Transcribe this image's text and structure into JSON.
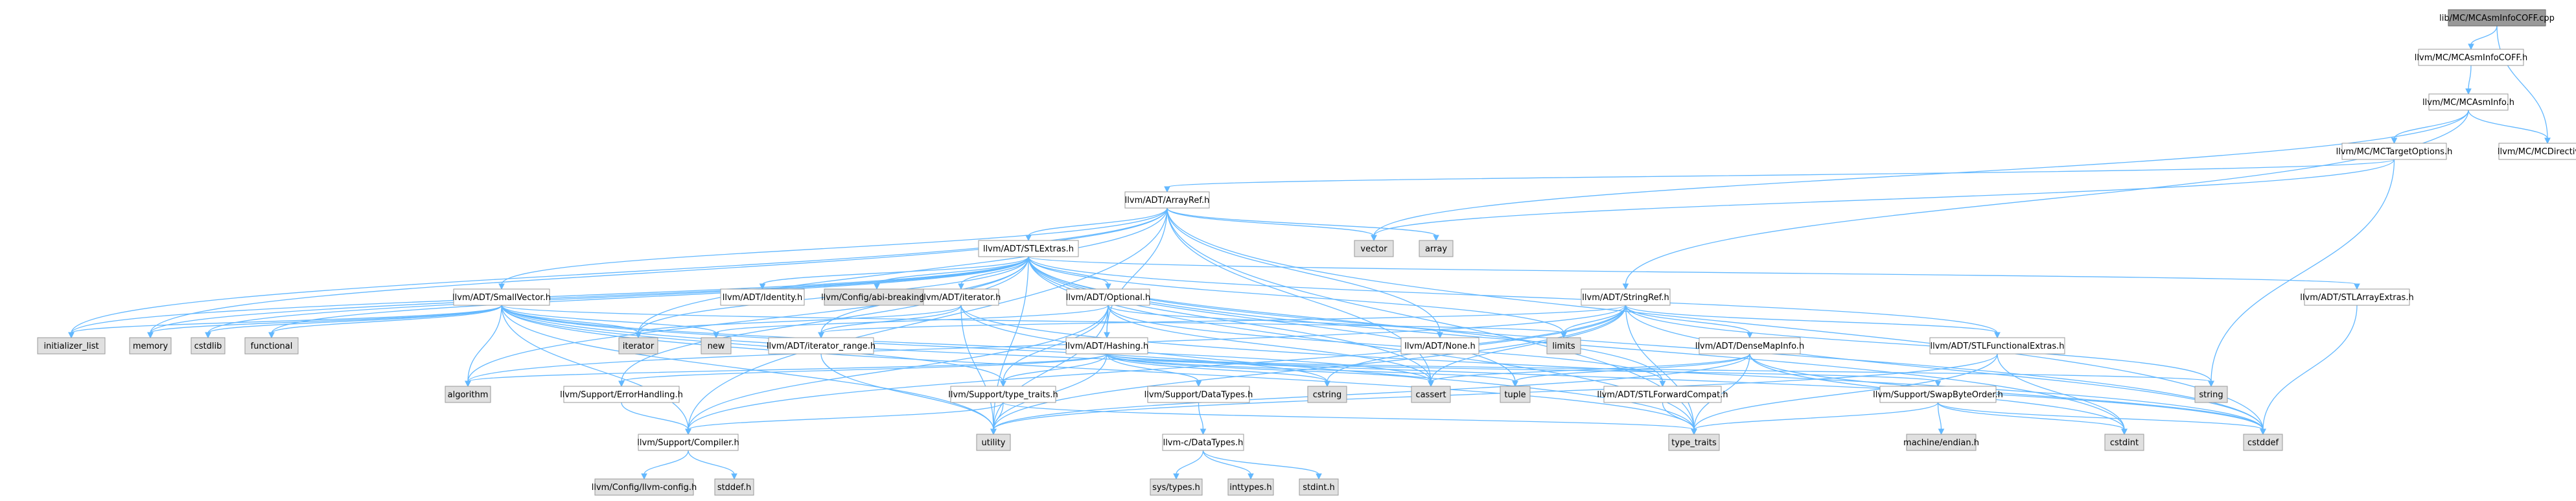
{
  "nodes": [
    {
      "id": "root",
      "label": "lib/MC/MCAsmInfoCOFF.cpp",
      "kind": "root"
    },
    {
      "id": "coff_h",
      "label": "llvm/MC/MCAsmInfoCOFF.h",
      "kind": "local"
    },
    {
      "id": "asminfo",
      "label": "llvm/MC/MCAsmInfo.h",
      "kind": "local"
    },
    {
      "id": "targetopt",
      "label": "llvm/MC/MCTargetOptions.h",
      "kind": "local"
    },
    {
      "id": "directives",
      "label": "llvm/MC/MCDirectives.h",
      "kind": "local"
    },
    {
      "id": "arrayref",
      "label": "llvm/ADT/ArrayRef.h",
      "kind": "local"
    },
    {
      "id": "vector",
      "label": "vector",
      "kind": "sys"
    },
    {
      "id": "array",
      "label": "array",
      "kind": "sys"
    },
    {
      "id": "stlextras",
      "label": "llvm/ADT/STLExtras.h",
      "kind": "local"
    },
    {
      "id": "identity",
      "label": "llvm/ADT/Identity.h",
      "kind": "local"
    },
    {
      "id": "abi",
      "label": "llvm/Config/abi-breaking.h",
      "kind": "sys"
    },
    {
      "id": "smallvector",
      "label": "llvm/ADT/SmallVector.h",
      "kind": "local"
    },
    {
      "id": "adtiter",
      "label": "llvm/ADT/iterator.h",
      "kind": "local"
    },
    {
      "id": "optional",
      "label": "llvm/ADT/Optional.h",
      "kind": "local"
    },
    {
      "id": "stringref",
      "label": "llvm/ADT/StringRef.h",
      "kind": "local"
    },
    {
      "id": "stlarrayextras",
      "label": "llvm/ADT/STLArrayExtras.h",
      "kind": "local"
    },
    {
      "id": "init_list",
      "label": "initializer_list",
      "kind": "sys"
    },
    {
      "id": "memory",
      "label": "memory",
      "kind": "sys"
    },
    {
      "id": "cstdlib",
      "label": "cstdlib",
      "kind": "sys"
    },
    {
      "id": "functional",
      "label": "functional",
      "kind": "sys"
    },
    {
      "id": "iterator",
      "label": "iterator",
      "kind": "sys"
    },
    {
      "id": "new",
      "label": "new",
      "kind": "sys"
    },
    {
      "id": "iter_range",
      "label": "llvm/ADT/iterator_range.h",
      "kind": "local"
    },
    {
      "id": "hashing",
      "label": "llvm/ADT/Hashing.h",
      "kind": "local"
    },
    {
      "id": "none",
      "label": "llvm/ADT/None.h",
      "kind": "local"
    },
    {
      "id": "limits",
      "label": "limits",
      "kind": "sys"
    },
    {
      "id": "densemapinfo",
      "label": "llvm/ADT/DenseMapInfo.h",
      "kind": "local"
    },
    {
      "id": "stlfunc",
      "label": "llvm/ADT/STLFunctionalExtras.h",
      "kind": "local"
    },
    {
      "id": "algorithm",
      "label": "algorithm",
      "kind": "sys"
    },
    {
      "id": "errorhandling",
      "label": "llvm/Support/ErrorHandling.h",
      "kind": "local"
    },
    {
      "id": "typetraits_llvm",
      "label": "llvm/Support/type_traits.h",
      "kind": "local"
    },
    {
      "id": "datatypes",
      "label": "llvm/Support/DataTypes.h",
      "kind": "local"
    },
    {
      "id": "cstring",
      "label": "cstring",
      "kind": "sys"
    },
    {
      "id": "cassert",
      "label": "cassert",
      "kind": "sys"
    },
    {
      "id": "tuple",
      "label": "tuple",
      "kind": "sys"
    },
    {
      "id": "stlforward",
      "label": "llvm/ADT/STLForwardCompat.h",
      "kind": "local"
    },
    {
      "id": "swapbyte",
      "label": "llvm/Support/SwapByteOrder.h",
      "kind": "local"
    },
    {
      "id": "string",
      "label": "string",
      "kind": "sys"
    },
    {
      "id": "compiler",
      "label": "llvm/Support/Compiler.h",
      "kind": "local"
    },
    {
      "id": "utility",
      "label": "utility",
      "kind": "sys"
    },
    {
      "id": "cdatatypes",
      "label": "llvm-c/DataTypes.h",
      "kind": "local"
    },
    {
      "id": "type_traits",
      "label": "type_traits",
      "kind": "sys"
    },
    {
      "id": "machine_endian",
      "label": "machine/endian.h",
      "kind": "sys"
    },
    {
      "id": "cstdint",
      "label": "cstdint",
      "kind": "sys"
    },
    {
      "id": "cstddef",
      "label": "cstddef",
      "kind": "sys"
    },
    {
      "id": "llvmconfig",
      "label": "llvm/Config/llvm-config.h",
      "kind": "sys"
    },
    {
      "id": "stddef",
      "label": "stddef.h",
      "kind": "sys"
    },
    {
      "id": "systypes",
      "label": "sys/types.h",
      "kind": "sys"
    },
    {
      "id": "inttypes",
      "label": "inttypes.h",
      "kind": "sys"
    },
    {
      "id": "stdint",
      "label": "stdint.h",
      "kind": "sys"
    }
  ],
  "edges": [
    [
      "root",
      "coff_h"
    ],
    [
      "root",
      "directives"
    ],
    [
      "coff_h",
      "asminfo"
    ],
    [
      "asminfo",
      "targetopt"
    ],
    [
      "asminfo",
      "directives"
    ],
    [
      "asminfo",
      "stringref"
    ],
    [
      "asminfo",
      "vector"
    ],
    [
      "targetopt",
      "arrayref"
    ],
    [
      "targetopt",
      "string"
    ],
    [
      "targetopt",
      "vector"
    ],
    [
      "arrayref",
      "stlextras"
    ],
    [
      "arrayref",
      "smallvector"
    ],
    [
      "arrayref",
      "hashing"
    ],
    [
      "arrayref",
      "none"
    ],
    [
      "arrayref",
      "compiler"
    ],
    [
      "arrayref",
      "array"
    ],
    [
      "arrayref",
      "vector"
    ],
    [
      "arrayref",
      "cassert"
    ],
    [
      "arrayref",
      "cstddef"
    ],
    [
      "arrayref",
      "init_list"
    ],
    [
      "arrayref",
      "iterator"
    ],
    [
      "arrayref",
      "memory"
    ],
    [
      "arrayref",
      "type_traits"
    ],
    [
      "stlextras",
      "identity"
    ],
    [
      "stlextras",
      "abi"
    ],
    [
      "stlextras",
      "adtiter"
    ],
    [
      "stlextras",
      "optional"
    ],
    [
      "stlextras",
      "stlarrayextras"
    ],
    [
      "stlextras",
      "stlfunc"
    ],
    [
      "stlextras",
      "stlforward"
    ],
    [
      "stlextras",
      "iter_range"
    ],
    [
      "stlextras",
      "errorhandling"
    ],
    [
      "stlextras",
      "algorithm"
    ],
    [
      "stlextras",
      "cassert"
    ],
    [
      "stlextras",
      "cstddef"
    ],
    [
      "stlextras",
      "cstdint"
    ],
    [
      "stlextras",
      "cstdlib"
    ],
    [
      "stlextras",
      "functional"
    ],
    [
      "stlextras",
      "init_list"
    ],
    [
      "stlextras",
      "iterator"
    ],
    [
      "stlextras",
      "limits"
    ],
    [
      "stlextras",
      "memory"
    ],
    [
      "stlextras",
      "tuple"
    ],
    [
      "stlextras",
      "type_traits"
    ],
    [
      "stlextras",
      "utility"
    ],
    [
      "smallvector",
      "compiler"
    ],
    [
      "smallvector",
      "typetraits_llvm"
    ],
    [
      "smallvector",
      "algorithm"
    ],
    [
      "smallvector",
      "cassert"
    ],
    [
      "smallvector",
      "cstddef"
    ],
    [
      "smallvector",
      "cstdlib"
    ],
    [
      "smallvector",
      "cstring"
    ],
    [
      "smallvector",
      "functional"
    ],
    [
      "smallvector",
      "init_list"
    ],
    [
      "smallvector",
      "iterator"
    ],
    [
      "smallvector",
      "limits"
    ],
    [
      "smallvector",
      "memory"
    ],
    [
      "smallvector",
      "new"
    ],
    [
      "smallvector",
      "type_traits"
    ],
    [
      "smallvector",
      "utility"
    ],
    [
      "adtiter",
      "iter_range"
    ],
    [
      "adtiter",
      "cstddef"
    ],
    [
      "adtiter",
      "iterator"
    ],
    [
      "adtiter",
      "type_traits"
    ],
    [
      "adtiter",
      "utility"
    ],
    [
      "optional",
      "hashing"
    ],
    [
      "optional",
      "none"
    ],
    [
      "optional",
      "stlforward"
    ],
    [
      "optional",
      "compiler"
    ],
    [
      "optional",
      "typetraits_llvm"
    ],
    [
      "optional",
      "cassert"
    ],
    [
      "optional",
      "new"
    ],
    [
      "optional",
      "utility"
    ],
    [
      "stringref",
      "densemapinfo"
    ],
    [
      "stringref",
      "stlfunc"
    ],
    [
      "stringref",
      "iter_range"
    ],
    [
      "stringref",
      "compiler"
    ],
    [
      "stringref",
      "algorithm"
    ],
    [
      "stringref",
      "cassert"
    ],
    [
      "stringref",
      "cstddef"
    ],
    [
      "stringref",
      "cstring"
    ],
    [
      "stringref",
      "limits"
    ],
    [
      "stringref",
      "string"
    ],
    [
      "stringref",
      "type_traits"
    ],
    [
      "stringref",
      "utility"
    ],
    [
      "stlarrayextras",
      "cstddef"
    ],
    [
      "iter_range",
      "utility"
    ],
    [
      "hashing",
      "errorhandling"
    ],
    [
      "hashing",
      "datatypes"
    ],
    [
      "hashing",
      "swapbyte"
    ],
    [
      "hashing",
      "typetraits_llvm"
    ],
    [
      "hashing",
      "algorithm"
    ],
    [
      "hashing",
      "cassert"
    ],
    [
      "hashing",
      "cstring"
    ],
    [
      "hashing",
      "string"
    ],
    [
      "hashing",
      "tuple"
    ],
    [
      "hashing",
      "utility"
    ],
    [
      "densemapinfo",
      "cassert"
    ],
    [
      "densemapinfo",
      "cstddef"
    ],
    [
      "densemapinfo",
      "cstdint"
    ],
    [
      "densemapinfo",
      "tuple"
    ],
    [
      "densemapinfo",
      "type_traits"
    ],
    [
      "densemapinfo",
      "utility"
    ],
    [
      "stlfunc",
      "cstdint"
    ],
    [
      "stlfunc",
      "type_traits"
    ],
    [
      "stlfunc",
      "utility"
    ],
    [
      "errorhandling",
      "compiler"
    ],
    [
      "typetraits_llvm",
      "compiler"
    ],
    [
      "typetraits_llvm",
      "type_traits"
    ],
    [
      "typetraits_llvm",
      "utility"
    ],
    [
      "datatypes",
      "cdatatypes"
    ],
    [
      "stlforward",
      "type_traits"
    ],
    [
      "swapbyte",
      "machine_endian"
    ],
    [
      "swapbyte",
      "cstddef"
    ],
    [
      "swapbyte",
      "cstdint"
    ],
    [
      "swapbyte",
      "type_traits"
    ],
    [
      "compiler",
      "llvmconfig"
    ],
    [
      "compiler",
      "stddef"
    ],
    [
      "cdatatypes",
      "systypes"
    ],
    [
      "cdatatypes",
      "inttypes"
    ],
    [
      "cdatatypes",
      "stdint"
    ]
  ]
}
